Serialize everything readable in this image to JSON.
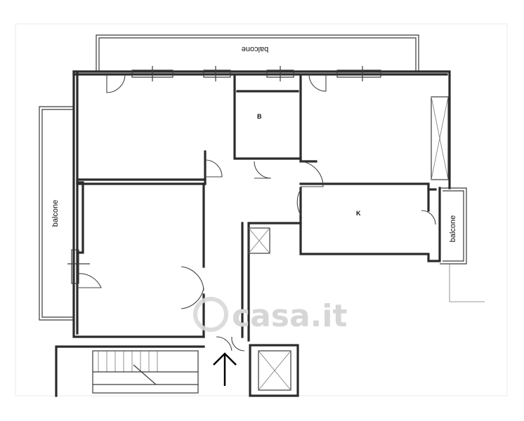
{
  "plan": {
    "labels": {
      "balcone_top": "balcone",
      "balcone_left": "balcone",
      "balcone_right": "balcone",
      "room_b": "B",
      "room_k": "K"
    },
    "watermark": "casa.it",
    "colors": {
      "wall": "#2b2b2b",
      "background": "#ffffff",
      "watermark": "#d6d6d6"
    },
    "icons": [
      "entrance-arrow-icon",
      "elevator-shaft-icon",
      "stairs-icon",
      "watermark-logo-icon"
    ]
  }
}
